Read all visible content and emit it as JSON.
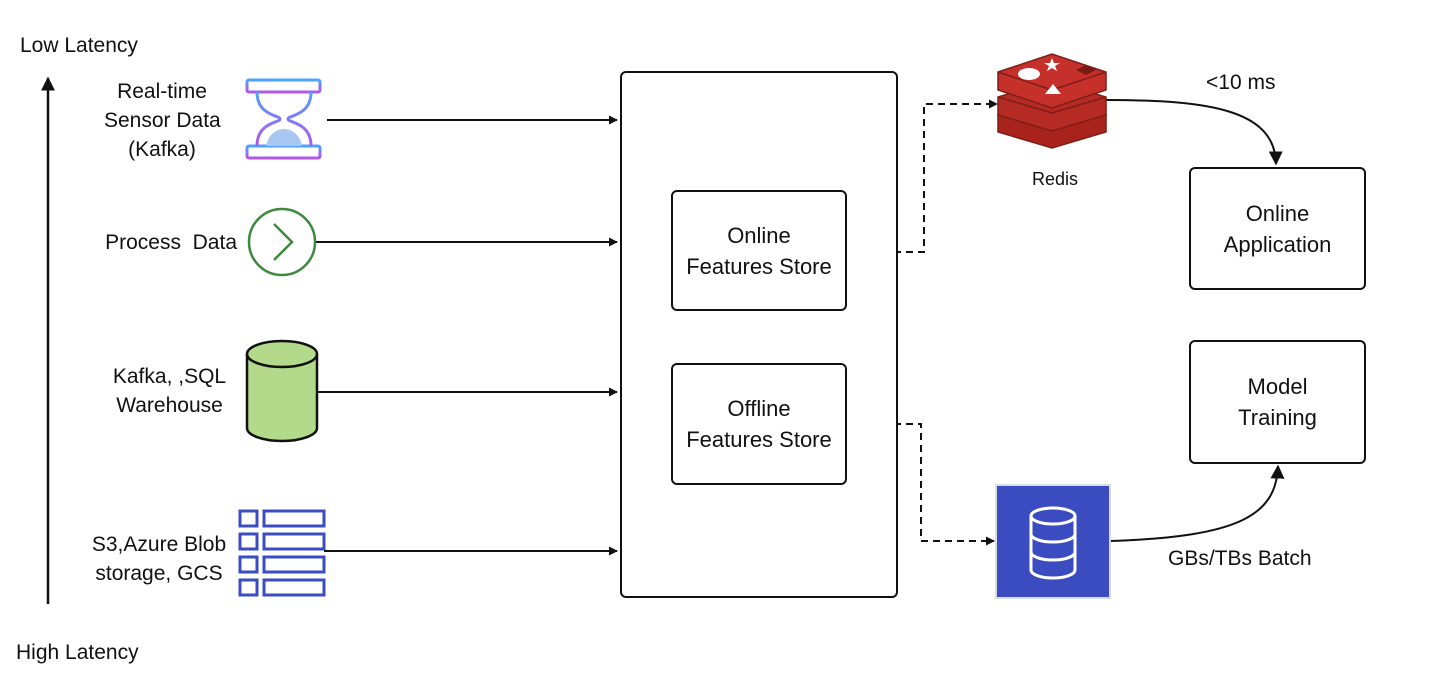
{
  "axis": {
    "top_label": "Low Latency",
    "bottom_label": "High Latency"
  },
  "sources": [
    {
      "lines": [
        "Real-time",
        "Sensor Data",
        "(Kafka)"
      ],
      "icon": "hourglass-icon"
    },
    {
      "lines": [
        "Process  Data"
      ],
      "icon": "chevron-circle-icon"
    },
    {
      "lines": [
        "Kafka, ,SQL",
        "Warehouse"
      ],
      "icon": "cylinder-database-icon"
    },
    {
      "lines": [
        "S3,Azure Blob",
        "storage, GCS"
      ],
      "icon": "storage-grid-icon"
    }
  ],
  "store": {
    "online": [
      "Online",
      "Features Store"
    ],
    "offline": [
      "Offline",
      "Features Store"
    ]
  },
  "redis": {
    "label": "Redis",
    "icon": "redis-logo-icon",
    "color": "#c6302b"
  },
  "database": {
    "icon": "database-icon",
    "color": "#3b4cc0"
  },
  "targets": {
    "online_app": [
      "Online",
      "Application"
    ],
    "model_training": [
      "Model",
      "Training"
    ]
  },
  "edges": {
    "latency_label": "<10 ms",
    "batch_label": "GBs/TBs Batch"
  },
  "colors": {
    "hourglass": "#7b52e8",
    "process": "#3d8a3d",
    "cylinder": "#b3d98a",
    "grid": "#3b4cc0"
  }
}
